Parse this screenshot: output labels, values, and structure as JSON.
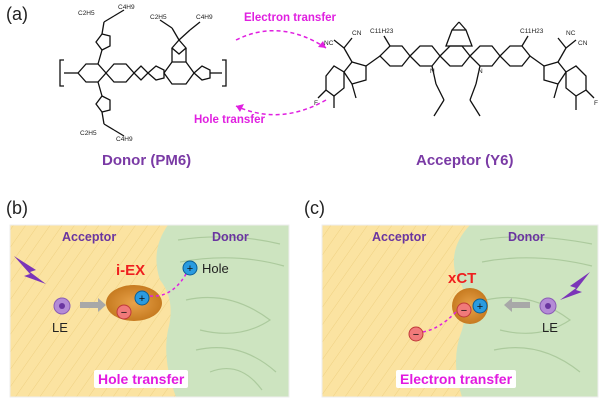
{
  "panel_a": {
    "label": "(a)",
    "donor_caption": "Donor (PM6)",
    "acceptor_caption": "Acceptor (Y6)",
    "electron_arrow_label": "Electron transfer",
    "hole_arrow_label": "Hole transfer",
    "donor_substituents": [
      "C2H5",
      "C4H9",
      "C2H5",
      "C4H9",
      "C2H5",
      "C4H9"
    ],
    "acceptor_substituents": [
      "C11H23",
      "C11H23",
      "NC",
      "CN",
      "NC",
      "CN",
      "N",
      "N",
      "F",
      "F"
    ]
  },
  "panel_b": {
    "label": "(b)",
    "acceptor_label": "Acceptor",
    "donor_label": "Donor",
    "exciton_label": "i-EX",
    "le_label": "LE",
    "hole_label": "Hole",
    "box_label": "Hole transfer"
  },
  "panel_c": {
    "label": "(c)",
    "acceptor_label": "Acceptor",
    "donor_label": "Donor",
    "exciton_label": "xCT",
    "le_label": "LE",
    "box_label": "Electron transfer"
  },
  "colors": {
    "acceptor_bg": "#fbe3a1",
    "donor_bg": "#cde4c0",
    "magenta": "#e020e0",
    "purple": "#6a35a0",
    "exciton_red": "#ef1f1f"
  }
}
